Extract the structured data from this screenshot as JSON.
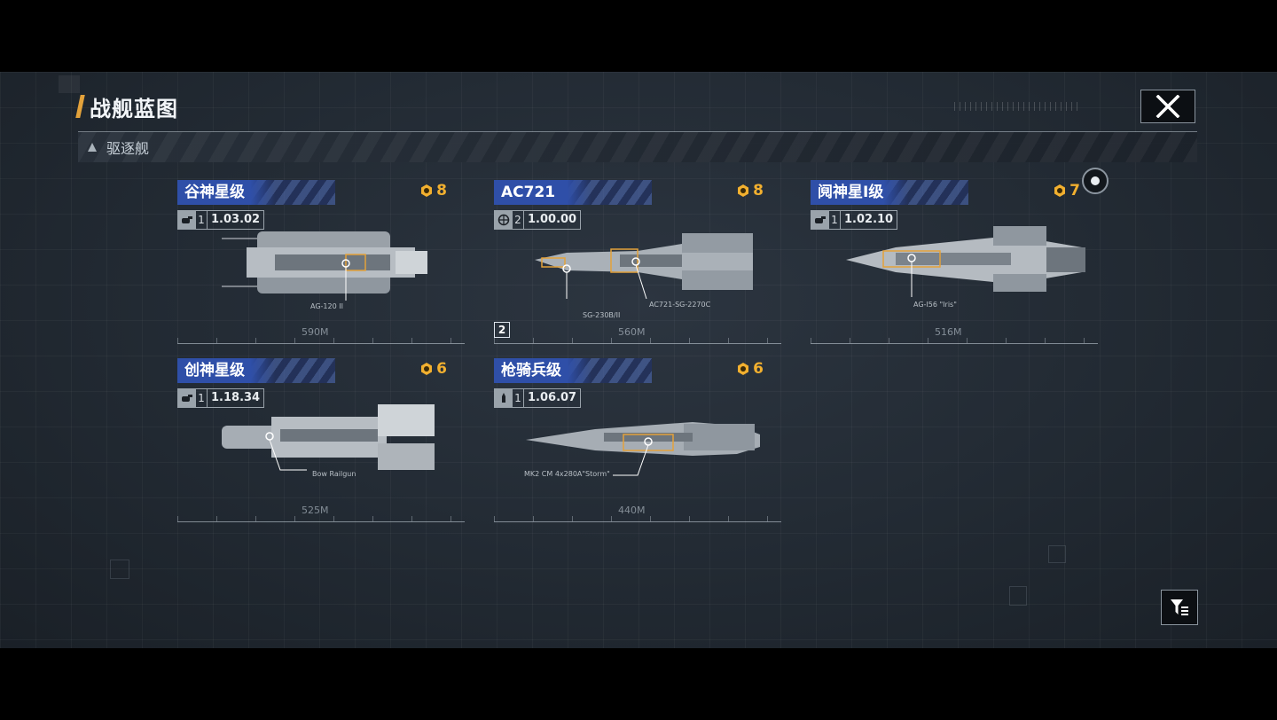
{
  "page": {
    "title": "战舰蓝图"
  },
  "category": {
    "label": "驱逐舰"
  },
  "colors": {
    "accent": "#e3a23b",
    "cost": "#f2b02f",
    "name_bar": "#2f4fa8"
  },
  "icons": {
    "close": "close-icon",
    "category": "triangle-up-icon",
    "cost": "command-point-icon",
    "target": "target-circle-icon",
    "filter": "filter-icon"
  },
  "ships": [
    {
      "name": "谷神星级",
      "cost": "8",
      "type_icon": "cannon-icon",
      "tier": "1",
      "version": "1.03.02",
      "length": "590M",
      "weapon": "AG-120 II"
    },
    {
      "name": "AC721",
      "cost": "8",
      "type_icon": "globe-icon",
      "tier": "2",
      "version": "1.00.00",
      "length": "560M",
      "weapon": "AC721-SG-2270C",
      "weapon2": "SG-230B/II",
      "slot": "2"
    },
    {
      "name": "阋神星I级",
      "cost": "7",
      "type_icon": "cannon-icon",
      "tier": "1",
      "version": "1.02.10",
      "length": "516M",
      "weapon": "AG-I56 \"Iris\""
    },
    {
      "name": "创神星级",
      "cost": "6",
      "type_icon": "cannon-icon",
      "tier": "1",
      "version": "1.18.34",
      "length": "525M",
      "weapon": "Bow Railgun"
    },
    {
      "name": "枪骑兵级",
      "cost": "6",
      "type_icon": "torpedo-icon",
      "tier": "1",
      "version": "1.06.07",
      "length": "440M",
      "weapon": "MK2 CM 4x280A\"Storm\""
    }
  ]
}
